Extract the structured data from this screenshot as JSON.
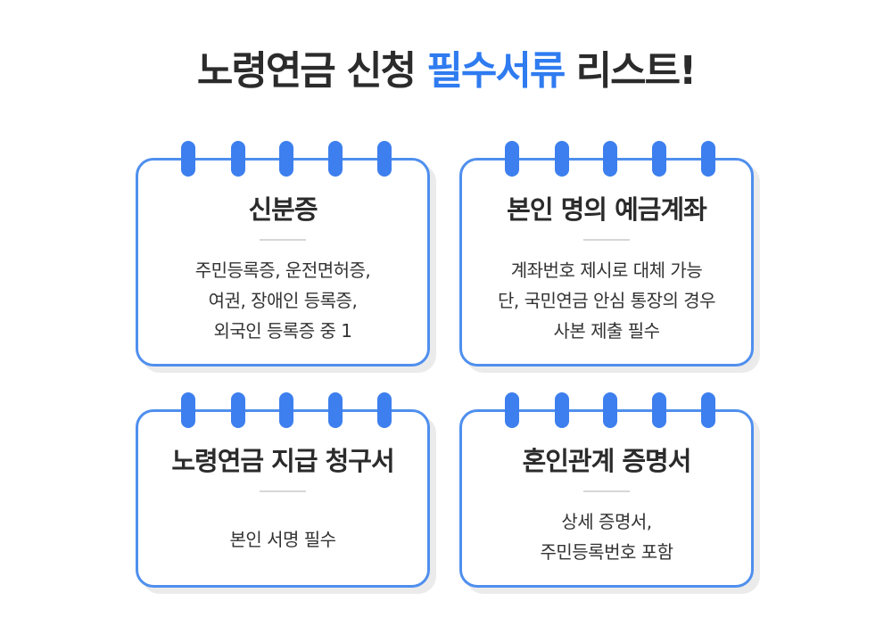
{
  "title": {
    "lead": "노령연금 신청 ",
    "accent": "필수서류",
    "tail": " 리스트!"
  },
  "colors": {
    "accent": "#2f7bf0",
    "card_border": "#4f8fee",
    "ring": "#3d7fee",
    "text_dark": "#2b2b2b"
  },
  "cards": [
    {
      "heading": "신분증",
      "lines": [
        "주민등록증, 운전면허증,",
        "여권, 장애인 등록증,",
        "외국인 등록증 중 1"
      ]
    },
    {
      "heading": "본인 명의 예금계좌",
      "lines": [
        "계좌번호 제시로 대체 가능",
        "단, 국민연금 안심 통장의 경우",
        "사본 제출 필수"
      ]
    },
    {
      "heading": "노령연금 지급 청구서",
      "lines": [
        "본인 서명 필수"
      ]
    },
    {
      "heading": "혼인관계 증명서",
      "lines": [
        "상세 증명서,",
        "주민등록번호 포함"
      ]
    }
  ]
}
